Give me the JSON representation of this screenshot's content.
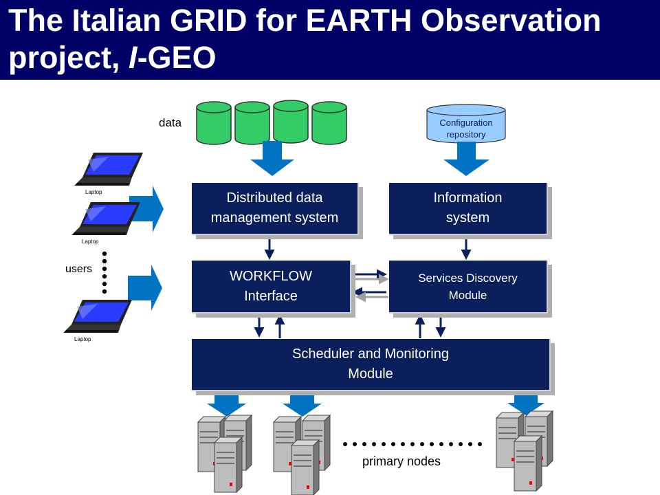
{
  "title": {
    "line1": "The Italian GRID for EARTH Observation",
    "line2_prefix": "project, ",
    "line2_italic": "I",
    "line2_suffix": "-GEO"
  },
  "labels": {
    "data": "data",
    "users": "users",
    "primary_nodes": "primary nodes",
    "laptop": "Laptop",
    "config_repo": "Configuration\nrepository"
  },
  "boxes": {
    "ddms": "Distributed  data\nmanagement system",
    "info": "Information\nsystem",
    "workflow": "WORKFLOW\nInterface",
    "discovery": "Services Discovery\nModule",
    "scheduler": "Scheduler and Monitoring\nModule"
  },
  "colors": {
    "title_bg": "#000066",
    "box_bg": "#0b1f5c",
    "data_cylinder": "#33cc66",
    "config_cylinder": "#99ccff",
    "block_arrow": "#0073c2"
  }
}
